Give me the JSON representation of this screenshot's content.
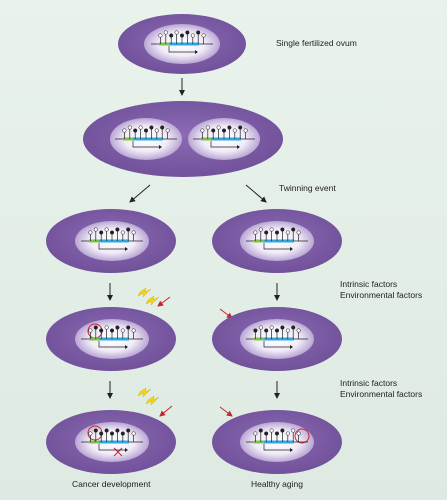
{
  "labels": {
    "single_ovum": "Single fertilized ovum",
    "twinning": "Twinning event",
    "factors_1_intrinsic": "Intrinsic factors",
    "factors_1_environmental": "Environmental factors",
    "factors_2_intrinsic": "Intrinsic factors",
    "factors_2_environmental": "Environmental factors",
    "cancer": "Cancer development",
    "healthy": "Healthy aging"
  },
  "colors": {
    "cell": "#7b5aa3",
    "cell_edge": "#6a4a92",
    "nucleus_center": "#ffffff",
    "nucleus_edge": "#b9a6d4",
    "gene_blue": "#2fa8e0",
    "gene_green": "#7cc24a",
    "methyl_filled": "#222222",
    "methyl_open": "#ffffff",
    "red_accent": "#c0272d",
    "lightning": "#f4d516"
  }
}
